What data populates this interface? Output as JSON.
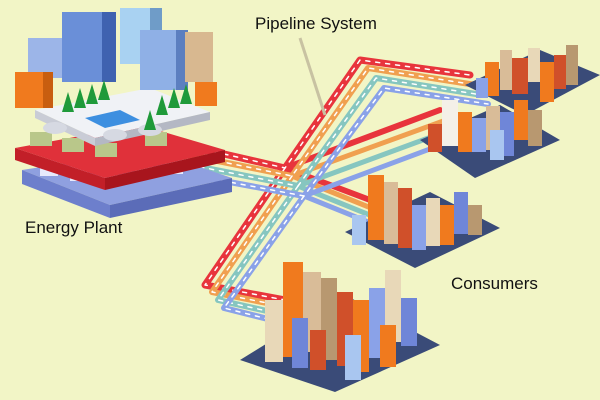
{
  "labels": {
    "pipeline": "Pipeline System",
    "plant": "Energy Plant",
    "consumers": "Consumers"
  },
  "colors": {
    "background": "#f2f5c6",
    "pipe_red": "#e8343c",
    "pipe_orange": "#f0a050",
    "pipe_teal": "#86c6c0",
    "pipe_blue": "#8aa2e8",
    "platform": "#3a4b78"
  }
}
